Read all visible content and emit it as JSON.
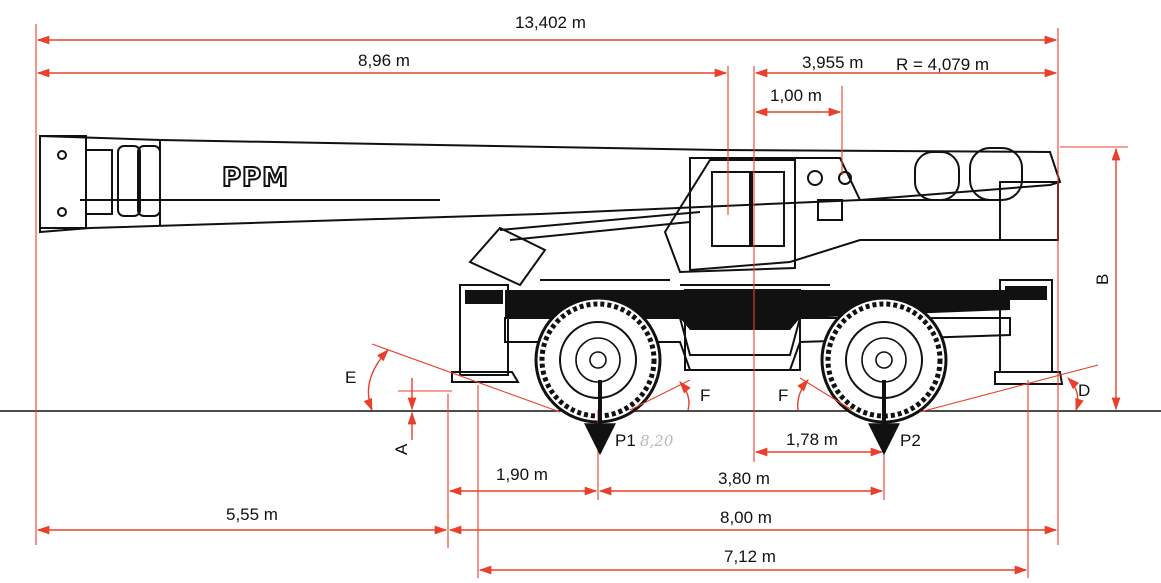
{
  "brand": "PPM",
  "dimensions": {
    "overall_length": "13,402 m",
    "boom_to_cab": "8,96 m",
    "rear_offset": "3,955 m",
    "radius": "R = 4,079 m",
    "pivot_offset": "1,00 m",
    "front_overhang": "5,55 m",
    "front_axle_offset": "1,90 m",
    "wheelbase": "3,80 m",
    "rear_axle_to_center": "1,78 m",
    "outrigger_span": "8,00 m",
    "chassis_length": "7,12 m"
  },
  "labels": {
    "height_b": "B",
    "ground_a": "A",
    "angle_e": "E",
    "angle_d": "D",
    "angle_f_left": "F",
    "angle_f_right": "F",
    "load_p1": "P1",
    "load_p2": "P2"
  },
  "annotation": {
    "pencil_note": "8,20"
  }
}
